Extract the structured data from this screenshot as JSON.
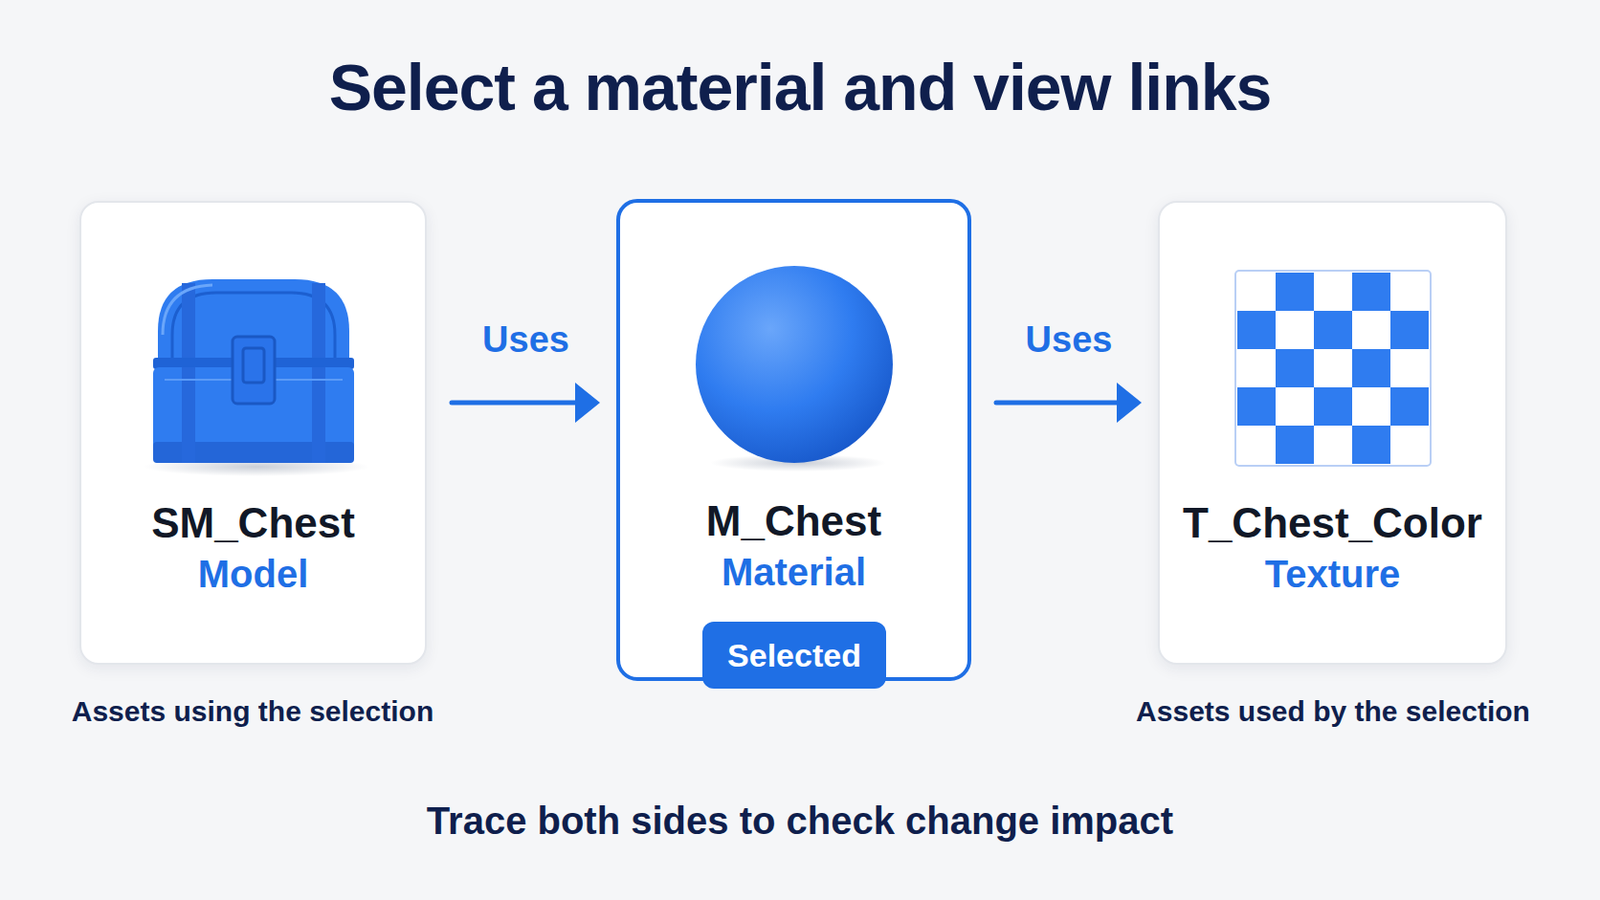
{
  "diagram": {
    "title": "Select a material and view links",
    "caption": "Trace both sides to check change impact",
    "nodes": [
      {
        "text": [
          "SM_Chest",
          "Model"
        ]
      },
      {
        "text": [
          "M_Chest",
          "Material"
        ]
      },
      {
        "text": [
          "Selected"
        ],
        "in": 1
      },
      {
        "text": [
          "T_Chest_Color",
          "Texture"
        ]
      }
    ],
    "edges": [
      {
        "from": 0,
        "to": 1,
        "label": "Uses",
        "arrow": "to"
      },
      {
        "from": 1,
        "to": 3,
        "label": "Uses",
        "arrow": "to"
      }
    ],
    "labels": [
      "Assets using the selection",
      "Assets used by the selection"
    ]
  }
}
